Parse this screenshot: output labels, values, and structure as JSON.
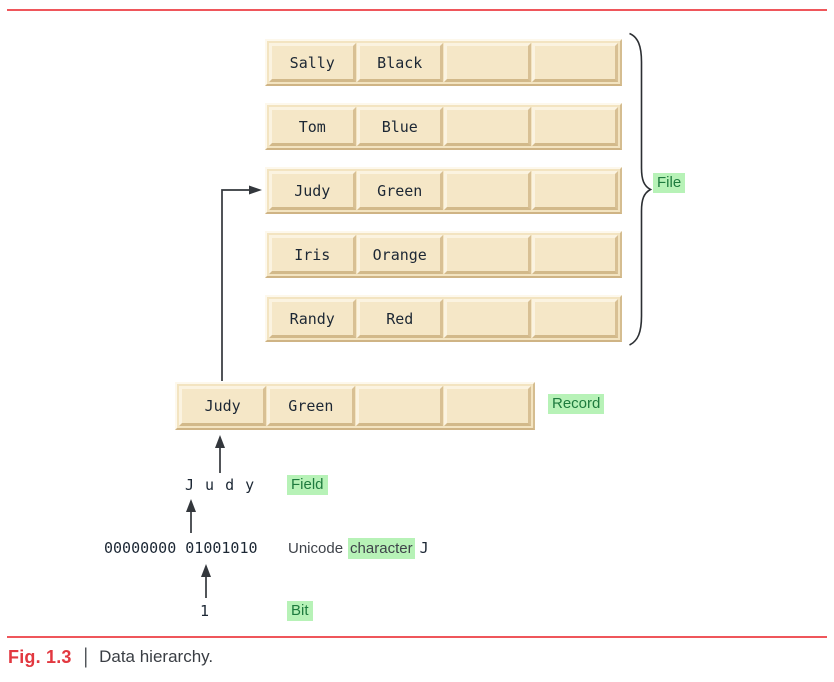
{
  "diagram": {
    "file": {
      "label": "File",
      "rows": [
        {
          "cells": [
            "Sally",
            "Black",
            "",
            ""
          ]
        },
        {
          "cells": [
            "Tom",
            "Blue",
            "",
            ""
          ]
        },
        {
          "cells": [
            "Judy",
            "Green",
            "",
            ""
          ]
        },
        {
          "cells": [
            "Iris",
            "Orange",
            "",
            ""
          ]
        },
        {
          "cells": [
            "Randy",
            "Red",
            "",
            ""
          ]
        }
      ]
    },
    "record": {
      "label": "Record",
      "cells": [
        "Judy",
        "Green",
        "",
        ""
      ]
    },
    "field": {
      "label": "Field",
      "value": "J u d y"
    },
    "character": {
      "value": "00000000 01001010",
      "label_prefix": "Unicode",
      "label_highlight": "character",
      "label_suffix": "J"
    },
    "bit": {
      "label": "Bit",
      "value": "1"
    }
  },
  "caption": {
    "figure": "Fig. 1.3",
    "divider": "|",
    "text": "Data hierarchy."
  },
  "icons": {
    "brace": "right-curly-brace",
    "connector": "up-arrow"
  },
  "colors": {
    "rule_red": "#ef565b",
    "figure_red": "#e23840",
    "box_face": "#f5e7c7",
    "box_bevel_light": "#fbf3e0",
    "box_bevel_dark": "#d2b98a",
    "highlight_green_bg": "#b7f2b7",
    "label_green_text": "#1e7b3e",
    "mono_text": "#1c2734",
    "body_text": "#3f434a",
    "arrow": "#33373c"
  }
}
